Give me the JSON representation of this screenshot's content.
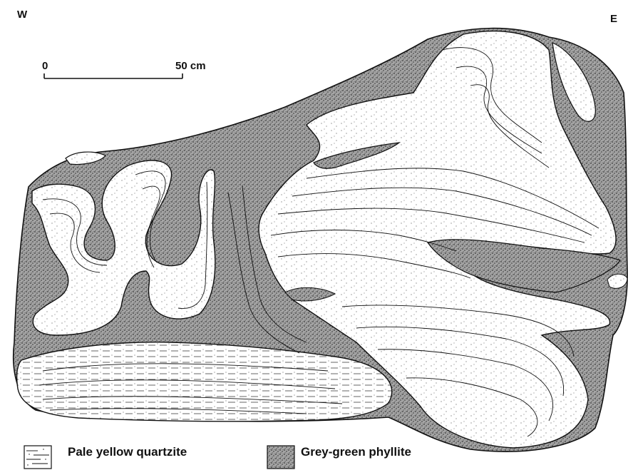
{
  "orientation": {
    "west": "W",
    "east": "E"
  },
  "scale_bar": {
    "start_label": "0",
    "end_label": "50 cm"
  },
  "legend": [
    {
      "label": "Pale yellow quartzite",
      "pattern": "lined-dotted",
      "color": "#ffffff"
    },
    {
      "label": "Grey-green phyllite",
      "pattern": "dense-stipple",
      "color": "#9a9a9a"
    }
  ],
  "colors": {
    "ink": "#111111",
    "phyllite": "#9a9a9a",
    "quartzite": "#ffffff"
  }
}
